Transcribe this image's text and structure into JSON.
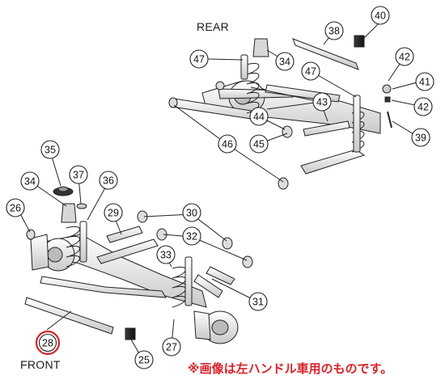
{
  "labels": {
    "rear": "REAR",
    "front": "FRONT"
  },
  "note": "※画像は左ハンドル車用のものです。",
  "callouts": {
    "c40": "40",
    "c38": "38",
    "c34r": "34",
    "c47a": "47",
    "c47b": "47",
    "c42a": "42",
    "c41": "41",
    "c42b": "42",
    "c43": "43",
    "c44": "44",
    "c39": "39",
    "c46": "46",
    "c45": "45",
    "c35": "35",
    "c37": "37",
    "c36": "36",
    "c34f": "34",
    "c26": "26",
    "c29": "29",
    "c30": "30",
    "c32": "32",
    "c33": "33",
    "c31": "31",
    "c28": "28",
    "c27": "27",
    "c25": "25"
  },
  "colors": {
    "highlight": "#d8232a",
    "note": "#d8232a",
    "outline": "#222222"
  }
}
